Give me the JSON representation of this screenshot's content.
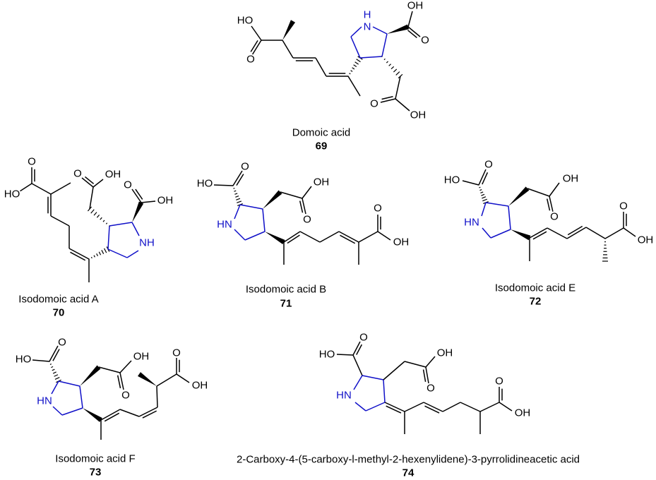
{
  "atoms": {
    "ho": "HO",
    "oh": "OH",
    "o": "O",
    "nh": "NH",
    "hn": "HN",
    "n": "N",
    "h": "H"
  },
  "colors": {
    "bond": "#000000",
    "ring": "#1010c8"
  },
  "compounds": [
    {
      "name": "Domoic acid",
      "number": "69"
    },
    {
      "name": "Isodomoic acid A",
      "number": "70"
    },
    {
      "name": "Isodomoic acid B",
      "number": "71"
    },
    {
      "name": "Isodomoic acid E",
      "number": "72"
    },
    {
      "name": "Isodomoic acid F",
      "number": "73"
    },
    {
      "name": "2-Carboxy-4-(5-carboxy-l-methyl-2-hexenylidene)-3-pyrrolidineacetic acid",
      "number": "74"
    }
  ]
}
